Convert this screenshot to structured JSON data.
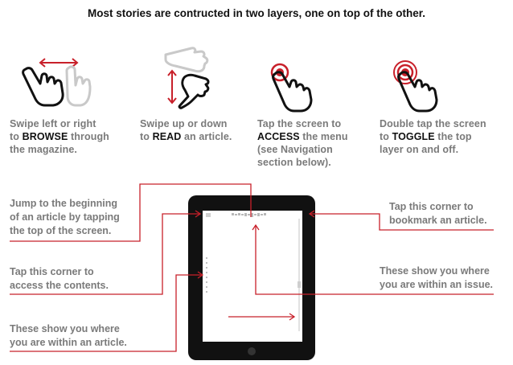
{
  "title": "Most stories are contructed in two layers, one on top of the other.",
  "gestures": [
    {
      "icon": "swipe-horizontal-icon",
      "pre": "Swipe left or right",
      "line2_pre": "to ",
      "emph": "BROWSE",
      "line2_post": " through",
      "line3": "the magazine."
    },
    {
      "icon": "swipe-vertical-icon",
      "pre": "Swipe up or down",
      "line2_pre": "to ",
      "emph": "READ",
      "line2_post": " an article.",
      "line3": ""
    },
    {
      "icon": "tap-icon",
      "pre": "Tap the screen to",
      "line2_pre": "",
      "emph": "ACCESS",
      "line2_post": " the menu",
      "line3": "(see Navigation",
      "line4": "section below)."
    },
    {
      "icon": "double-tap-icon",
      "pre": "Double tap the screen",
      "line2_pre": "to ",
      "emph": "TOGGLE",
      "line2_post": " the top",
      "line3": "layer on and off."
    }
  ],
  "callouts": {
    "jump_top": [
      "Jump to the beginning",
      "of an article by tapping",
      "the top of the screen."
    ],
    "contents": [
      "Tap this corner to",
      "access the contents."
    ],
    "article_position": [
      "These show you where",
      "you are within an article."
    ],
    "bookmark": [
      "Tap this corner to",
      "bookmark an article."
    ],
    "issue_position": [
      "These show you where",
      "you are within an issue."
    ]
  },
  "colors": {
    "accent_red": "#c8202a",
    "tablet_black": "#111111",
    "text_gray": "#7a7a7a",
    "hand_gray": "#c9c9c9"
  }
}
